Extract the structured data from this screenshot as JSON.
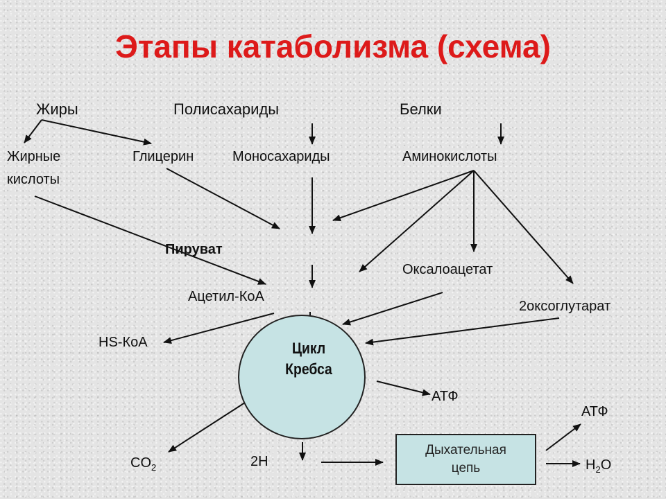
{
  "title": "Этапы катаболизма (схема)",
  "sources": {
    "fats": "Жиры",
    "polysaccharides": "Полисахариды",
    "proteins": "Белки"
  },
  "intermediates": {
    "fatty_acids_line1": "Жирные",
    "fatty_acids_line2": "кислоты",
    "glycerol": "Глицерин",
    "monosaccharides": "Моносахариды",
    "amino_acids": "Аминокислоты",
    "pyruvate": "Пируват",
    "acetyl_coa": "Ацетил-КоА",
    "oxaloacetate": "Оксалоацетат",
    "oxoglutarate": "2оксоглутарат",
    "hs_coa": "HS-КоА"
  },
  "cycle": {
    "line1": "Цикл",
    "line2": "Кребса"
  },
  "products": {
    "atp_cycle": "АТФ",
    "co2_main": "CO",
    "co2_sub": "2",
    "hydrogen": "2H",
    "atp_chain": "АТФ",
    "h2o_h": "H",
    "h2o_sub": "2",
    "h2o_o": "O"
  },
  "chain": {
    "line1": "Дыхательная",
    "line2": "цепь"
  },
  "colors": {
    "title": "#dd1a1a",
    "cycle_fill": "#c6e3e4",
    "arrow": "#111111"
  }
}
